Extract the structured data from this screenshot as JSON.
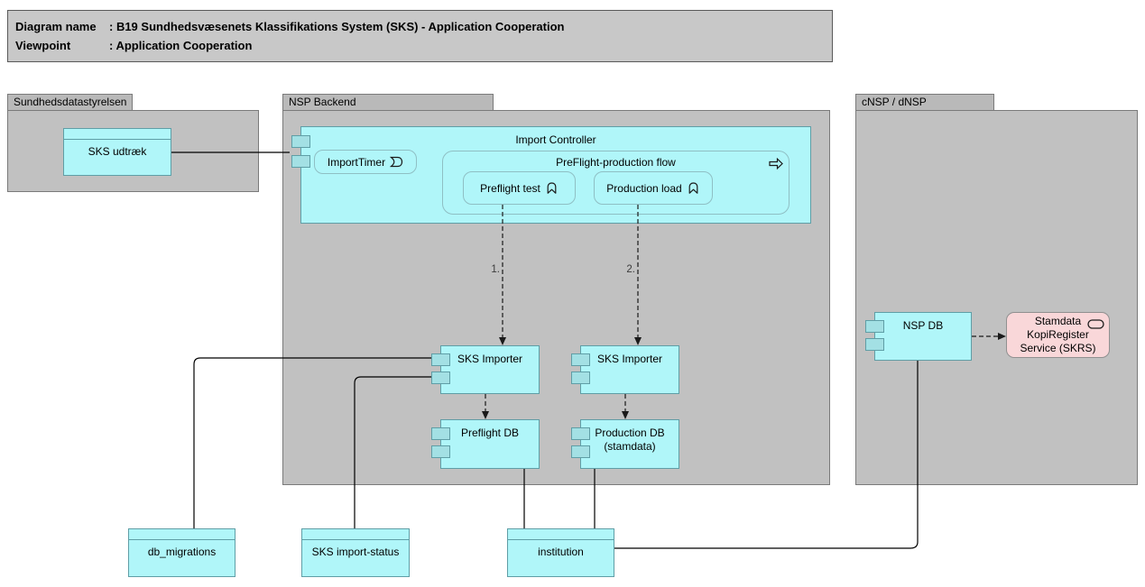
{
  "title": {
    "rows": [
      {
        "label": "Diagram name",
        "value": ": B19 Sundhedsvæsenets Klassifikations System (SKS) - Application Cooperation"
      },
      {
        "label": "Viewpoint",
        "value": ": Application Cooperation"
      }
    ]
  },
  "groups": {
    "sundhedsdatastyrelsen": {
      "label": "Sundhedsdatastyrelsen"
    },
    "nsp_backend": {
      "label": "NSP Backend"
    },
    "cnsp_dnsp": {
      "label": "cNSP / dNSP"
    }
  },
  "nodes": {
    "sks_udtraek": {
      "label": "SKS udtræk"
    },
    "import_controller": {
      "label": "Import Controller"
    },
    "import_timer": {
      "label": "ImportTimer"
    },
    "preflight_flow": {
      "label": "PreFlight-production flow"
    },
    "preflight_test": {
      "label": "Preflight test"
    },
    "production_load": {
      "label": "Production load"
    },
    "sks_importer_1": {
      "label": "SKS Importer"
    },
    "sks_importer_2": {
      "label": "SKS Importer"
    },
    "preflight_db": {
      "label": "Preflight DB"
    },
    "production_db": {
      "label": "Production DB\n(stamdata)"
    },
    "nsp_db": {
      "label": "NSP DB"
    },
    "skrs": {
      "label": "Stamdata\nKopiRegister\nService (SKRS)"
    },
    "db_migrations": {
      "label": "db_migrations"
    },
    "sks_import_status": {
      "label": "SKS import-status"
    },
    "institution": {
      "label": "institution"
    }
  },
  "connections": {
    "step1_label": "1.",
    "step2_label": "2."
  },
  "icons": {
    "import_timer": "event-icon",
    "preflight_flow": "process-arrow-icon",
    "preflight_test": "function-chevron-icon",
    "production_load": "function-chevron-icon",
    "skrs": "service-icon"
  },
  "colors": {
    "component_fill": "#b0f6f9",
    "component_border": "#5f9ea6",
    "service_fill": "#f9d7d9",
    "group_fill": "#c1c1c1",
    "title_fill": "#c8c8c8",
    "line": "#000000"
  }
}
